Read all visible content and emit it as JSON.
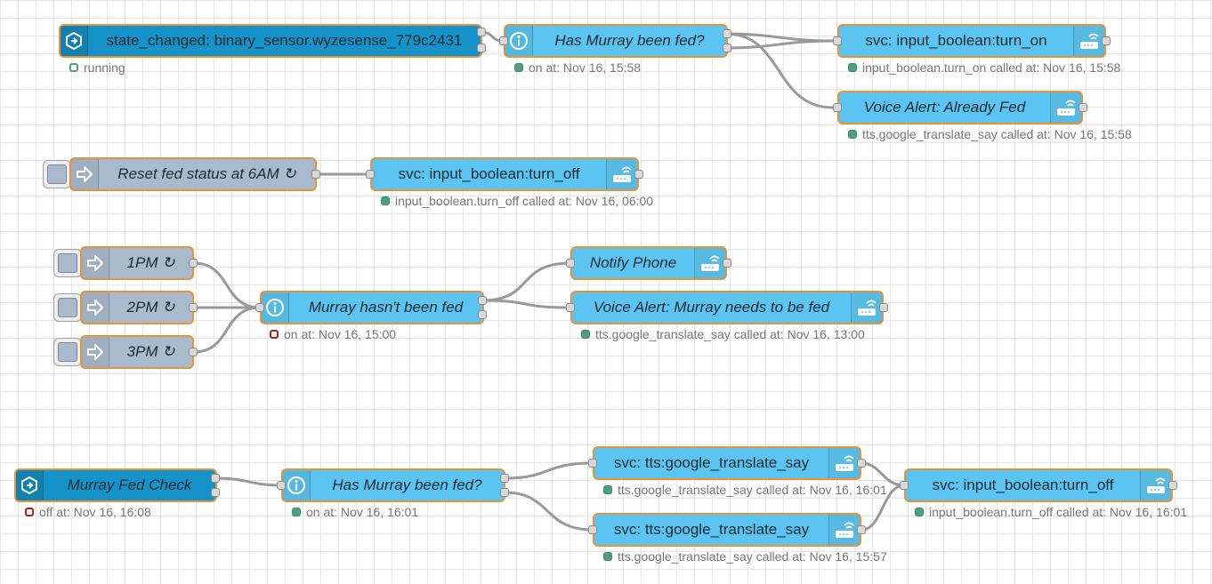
{
  "colors": {
    "node_border": "#e8933a",
    "node_light": "#5bc4f0",
    "node_dark": "#1593c8",
    "node_inject": "#a9bacd",
    "wire": "#999999",
    "status_green": "#4f9e82",
    "status_red": "#b71c1c"
  },
  "nodes": {
    "state_changed": {
      "label": "state_changed: binary_sensor.wyzesense_779c2431",
      "icon": "ha-state-icon",
      "status": "running"
    },
    "has_fed_1": {
      "label": "Has Murray been fed?",
      "icon": "info-icon",
      "status": "on at: Nov 16, 15:58"
    },
    "svc_turn_on": {
      "label": "svc: input_boolean:turn_on",
      "icon": "ha-service-icon",
      "status": "input_boolean.turn_on called at: Nov 16, 15:58"
    },
    "voice_already": {
      "label": "Voice Alert: Already Fed",
      "icon": "ha-service-icon",
      "status": "tts.google_translate_say called at: Nov 16, 15:58"
    },
    "reset_inject": {
      "label": "Reset fed status at 6AM ↻",
      "icon": "arrow-icon"
    },
    "svc_turn_off_1": {
      "label": "svc: input_boolean:turn_off",
      "icon": "ha-service-icon",
      "status": "input_boolean.turn_off called at: Nov 16, 06:00"
    },
    "inject_1pm": {
      "label": "1PM ↻",
      "icon": "arrow-icon"
    },
    "inject_2pm": {
      "label": "2PM ↻",
      "icon": "arrow-icon"
    },
    "inject_3pm": {
      "label": "3PM ↻",
      "icon": "arrow-icon"
    },
    "not_fed": {
      "label": "Murray hasn't been fed",
      "icon": "info-icon",
      "status": "on at: Nov 16, 15:00"
    },
    "notify_phone": {
      "label": "Notify Phone",
      "icon": "ha-service-icon"
    },
    "voice_needs": {
      "label": "Voice Alert: Murray needs to be fed",
      "icon": "ha-service-icon",
      "status": "tts.google_translate_say called at: Nov 16, 13:00"
    },
    "fed_check": {
      "label": "Murray Fed Check",
      "icon": "ha-state-icon",
      "status": "off at: Nov 16, 16:08"
    },
    "has_fed_2": {
      "label": "Has Murray been fed?",
      "icon": "info-icon",
      "status": "on at: Nov 16, 16:01"
    },
    "tts_1": {
      "label": "svc: tts:google_translate_say",
      "icon": "ha-service-icon",
      "status": "tts.google_translate_say called at: Nov 16, 16:01"
    },
    "tts_2": {
      "label": "svc: tts:google_translate_say",
      "icon": "ha-service-icon",
      "status": "tts.google_translate_say called at: Nov 16, 15:57"
    },
    "svc_turn_off_2": {
      "label": "svc: input_boolean:turn_off",
      "icon": "ha-service-icon",
      "status": "input_boolean.turn_off called at: Nov 16, 16:01"
    }
  }
}
